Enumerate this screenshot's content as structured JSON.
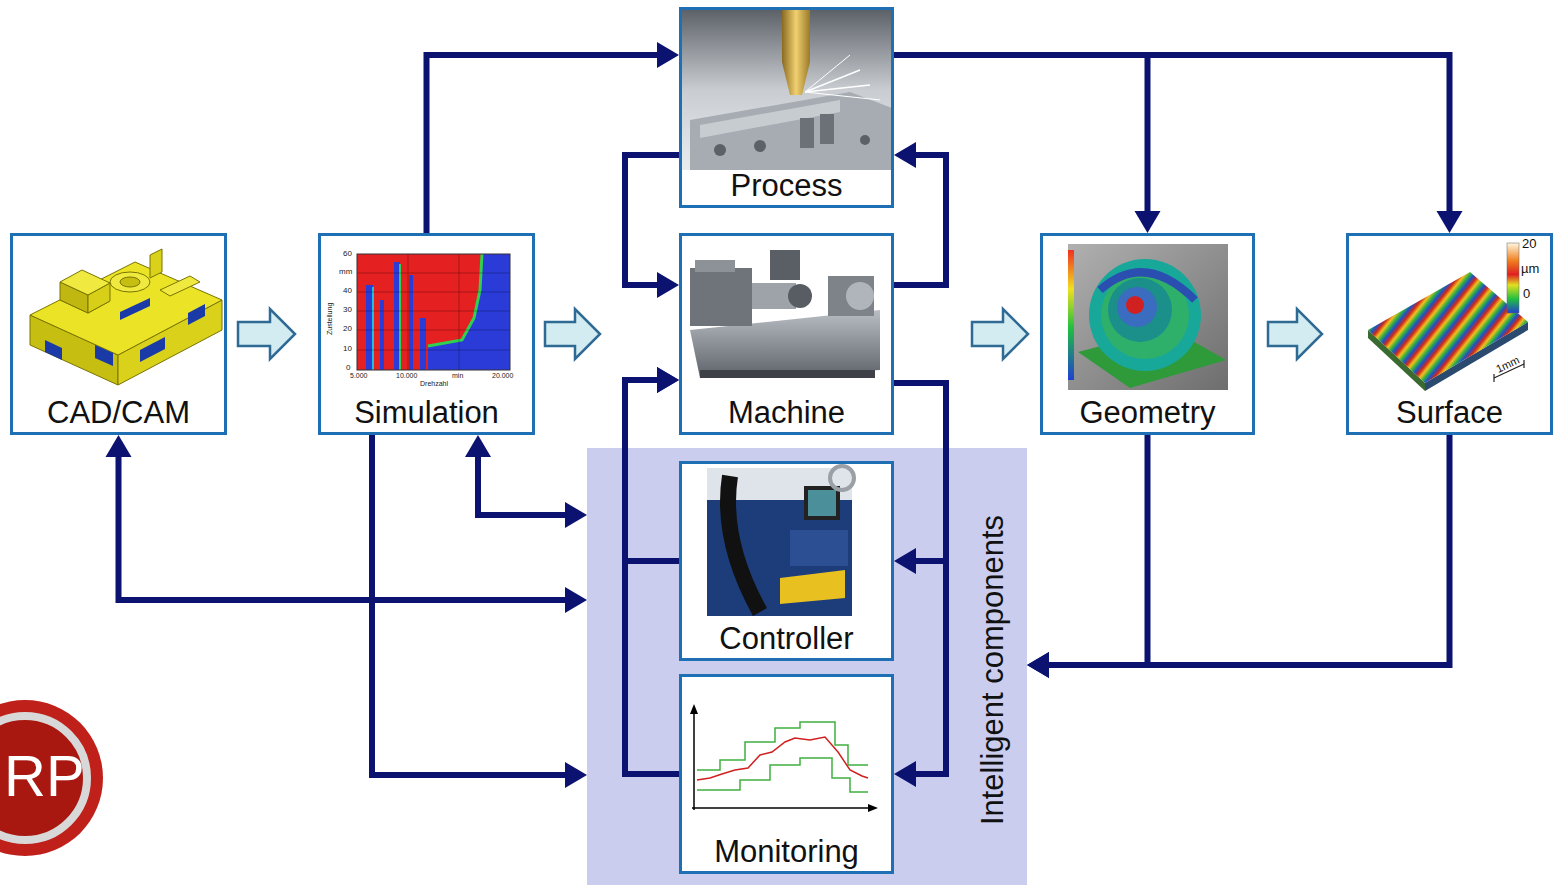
{
  "diagram": {
    "nodes": [
      {
        "text": [
          "Process"
        ]
      },
      {
        "text": [
          "CAD/CAM"
        ]
      },
      {
        "text": [
          "Simulation"
        ]
      },
      {
        "text": [
          "Machine"
        ]
      },
      {
        "text": [
          "Geometry"
        ]
      },
      {
        "text": [
          "Surface"
        ]
      },
      {
        "text": [
          "Intelligent components"
        ]
      },
      {
        "text": [
          "Controller"
        ],
        "in": 6
      },
      {
        "text": [
          "Monitoring"
        ],
        "in": 6
      }
    ],
    "edges": [
      {
        "from": 1,
        "to": 2,
        "arrow": "to"
      },
      {
        "from": 2,
        "to": 3,
        "arrow": "to"
      },
      {
        "from": 3,
        "to": 4,
        "arrow": "to"
      },
      {
        "from": 4,
        "to": 5,
        "arrow": "to"
      },
      {
        "from": 2,
        "to": 0,
        "arrow": "to"
      },
      {
        "from": 0,
        "to": 4,
        "arrow": "to"
      },
      {
        "from": 0,
        "to": 5,
        "arrow": "to"
      },
      {
        "from": 0,
        "to": 3,
        "arrow": "to"
      },
      {
        "from": 3,
        "to": 0,
        "arrow": "to"
      },
      {
        "from": 2,
        "to": 6,
        "arrow": "both"
      },
      {
        "from": 1,
        "to": 6,
        "arrow": "both"
      },
      {
        "from": 2,
        "to": 6,
        "arrow": "to"
      },
      {
        "from": 7,
        "to": 3,
        "arrow": "to"
      },
      {
        "from": 8,
        "to": 3,
        "arrow": "to"
      },
      {
        "from": 3,
        "to": 7,
        "arrow": "to"
      },
      {
        "from": 3,
        "to": 8,
        "arrow": "to"
      },
      {
        "from": 4,
        "to": 6,
        "arrow": "to"
      },
      {
        "from": 5,
        "to": 6,
        "arrow": "to"
      }
    ],
    "labels": [
      "60",
      "mm",
      "40",
      "30",
      "20",
      "10",
      "0",
      "Zustellung",
      "5.000",
      "10.000",
      "min",
      "20.000",
      "Drehzahl",
      "20",
      "µm",
      "0",
      "1mm",
      "RP"
    ]
  }
}
